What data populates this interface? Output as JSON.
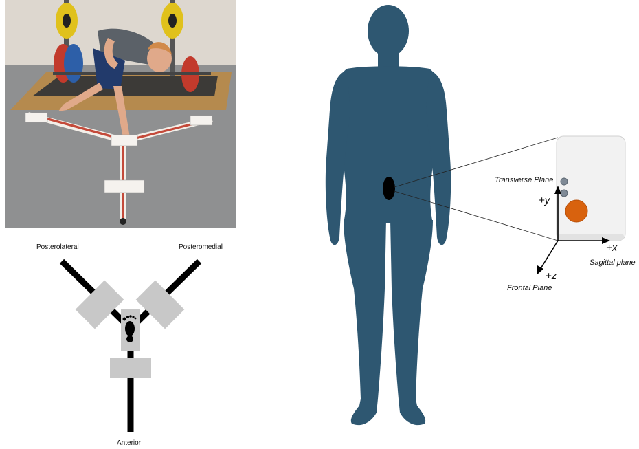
{
  "photo": {
    "description_icon": "photo-icon"
  },
  "ybt_diagram": {
    "labels": {
      "posterolateral": "Posterolateral",
      "posteromedial": "Posteromedial",
      "anterior": "Anterior"
    },
    "footprint_icon": "footprint-icon"
  },
  "imu": {
    "planes": {
      "transverse": "Transverse Plane",
      "sagittal": "Sagittal plane",
      "frontal": "Frontal Plane"
    },
    "axes": {
      "x": "+x",
      "y": "+y",
      "z": "+z"
    }
  },
  "colors": {
    "body": "#2e5771",
    "imu_button": "#d8620e",
    "grey_block": "#c8c8c8",
    "rail_red": "#c44a3a",
    "floor": "#8e8e90"
  }
}
